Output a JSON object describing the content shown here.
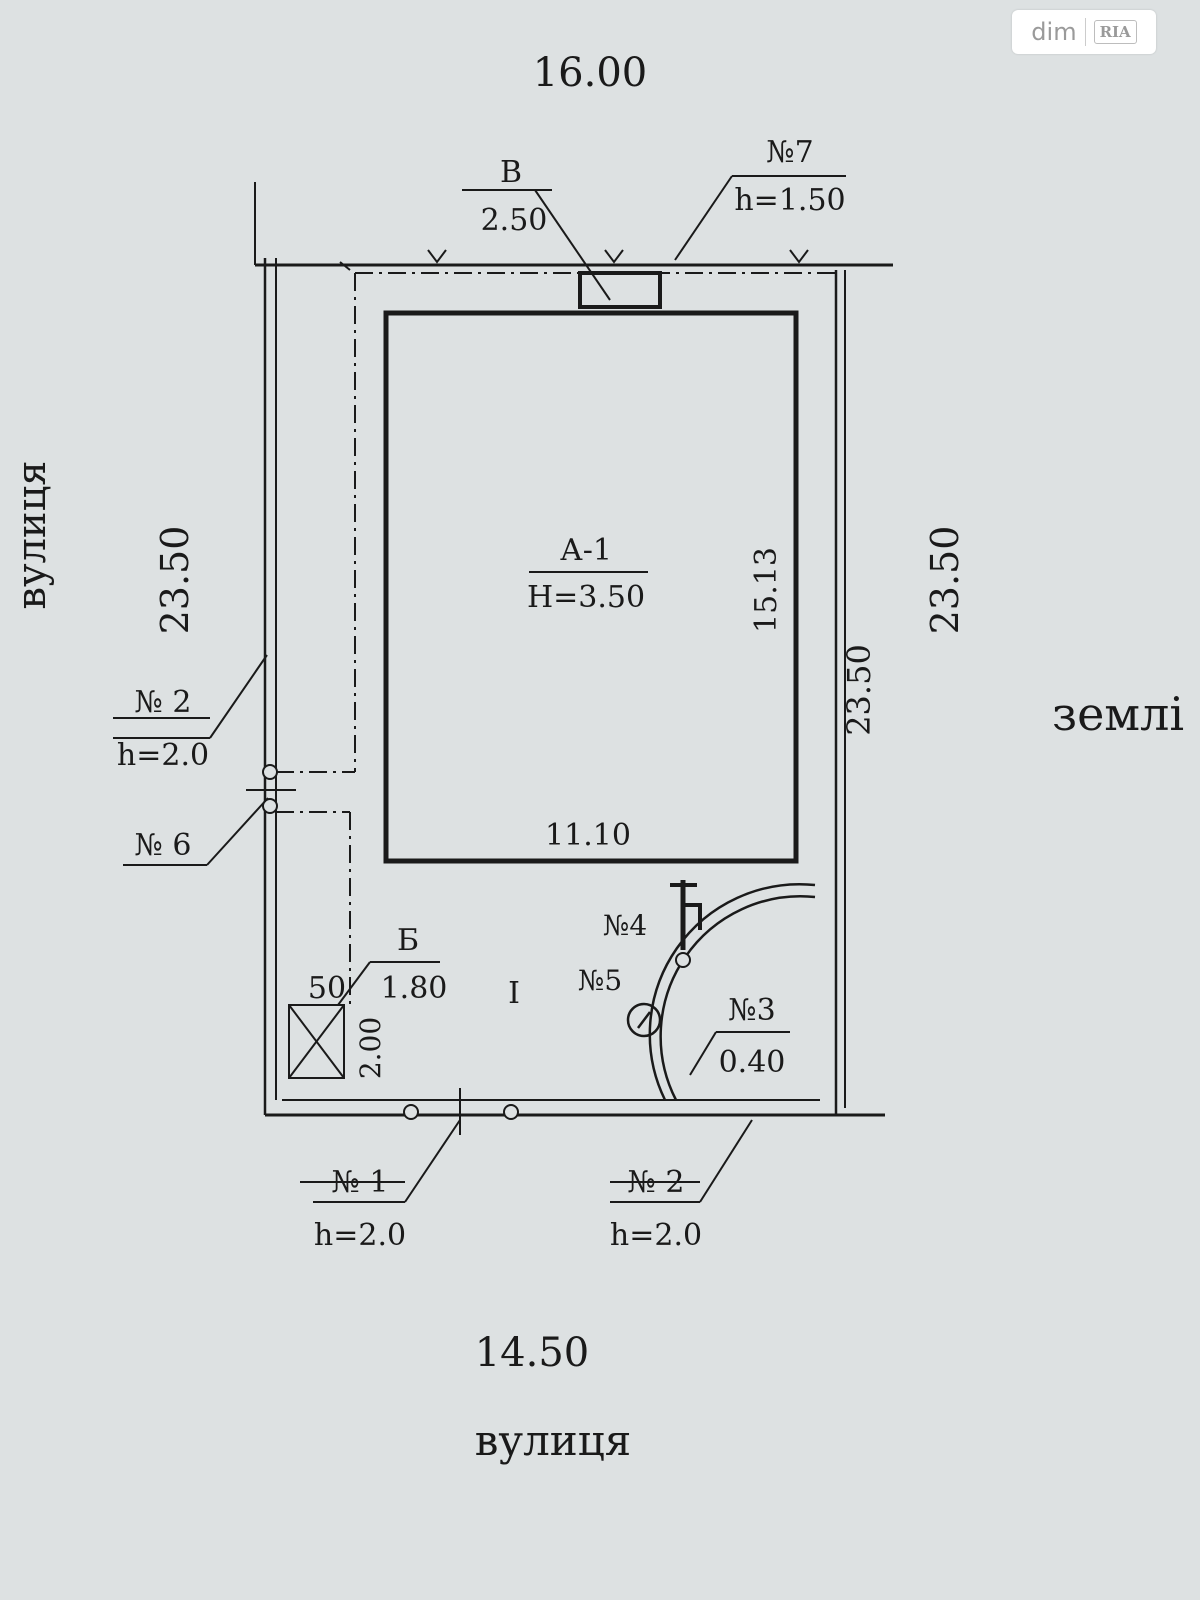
{
  "watermark": {
    "text": "dim",
    "logo": "RIA"
  },
  "plot": {
    "top_width": "16.00",
    "bottom_width": "14.50",
    "left_length": "23.50",
    "right_length": "23.50",
    "inner_right_length": "23.50"
  },
  "streets": {
    "left": "вулиця",
    "bottom": "вулиця"
  },
  "neighbor": "землі",
  "building": {
    "label": "А-1",
    "height": "Н=3.50",
    "width": "11.10",
    "length": "15.13"
  },
  "structure_b": {
    "label": "Б",
    "width": "1.80",
    "offset": "50",
    "depth": "2.00"
  },
  "structure_v": {
    "label": "В",
    "width": "2.50"
  },
  "yard_label": "I",
  "fences": {
    "n7": {
      "label": "№7",
      "height": "h=1.50"
    },
    "n2_left": {
      "label": "№ 2",
      "height": "h=2.0"
    },
    "n6": {
      "label": "№ 6"
    },
    "n1": {
      "label": "№ 1",
      "height": "h=2.0"
    },
    "n2_bottom": {
      "label": "№ 2",
      "height": "h=2.0"
    },
    "n3": {
      "label": "№3",
      "value": "0.40"
    },
    "n4": {
      "label": "№4"
    },
    "n5": {
      "label": "№5"
    }
  }
}
